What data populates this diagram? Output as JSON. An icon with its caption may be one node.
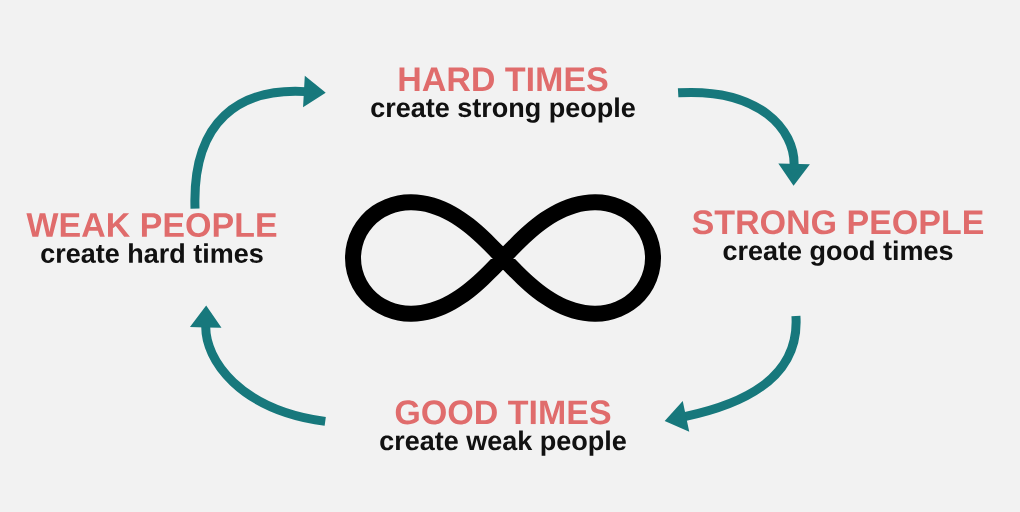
{
  "diagram": {
    "nodes": [
      {
        "text": [
          "HARD TIMES",
          "create strong people"
        ]
      },
      {
        "text": [
          "STRONG PEOPLE",
          "create good times"
        ]
      },
      {
        "text": [
          "GOOD TIMES",
          "create weak people"
        ]
      },
      {
        "text": [
          "WEAK PEOPLE",
          "create hard times"
        ]
      }
    ],
    "edges": [
      {
        "from": 3,
        "to": 0,
        "arrow": "to"
      },
      {
        "from": 0,
        "to": 1,
        "arrow": "to"
      },
      {
        "from": 1,
        "to": 2,
        "arrow": "to"
      },
      {
        "from": 2,
        "to": 3,
        "arrow": "to"
      }
    ]
  }
}
